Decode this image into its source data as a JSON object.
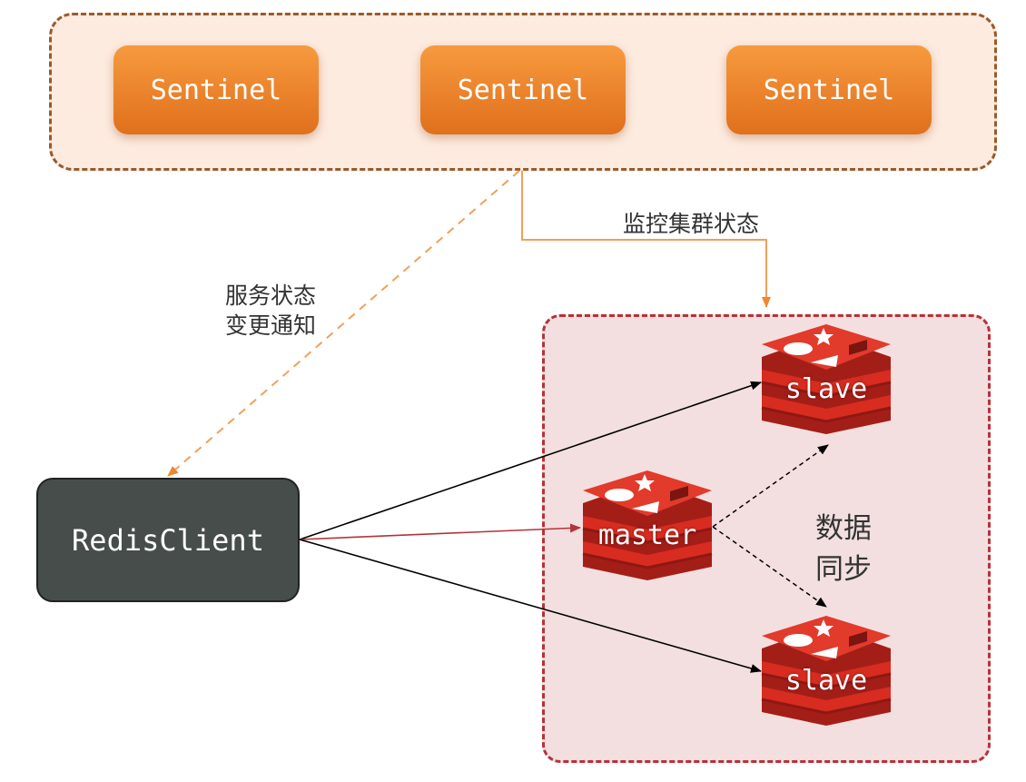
{
  "sentinels": [
    {
      "label": "Sentinel"
    },
    {
      "label": "Sentinel"
    },
    {
      "label": "Sentinel"
    }
  ],
  "client": {
    "label": "RedisClient"
  },
  "redis_nodes": {
    "master": {
      "label": "master"
    },
    "slave_top": {
      "label": "slave"
    },
    "slave_bottom": {
      "label": "slave"
    }
  },
  "edge_labels": {
    "notify_line1": "服务状态",
    "notify_line2": "变更通知",
    "monitor": "监控集群状态",
    "sync_line1": "数据",
    "sync_line2": "同步"
  },
  "colors": {
    "sentinel_fill": "#f0862c",
    "sentinel_group_fill": "#fdebdf",
    "sentinel_group_border": "#9a5a2a",
    "cluster_fill": "#f3dfdf",
    "cluster_border": "#b5323a",
    "client_fill": "#464d4b",
    "redis_red": "#d82c20",
    "notify_arrow": "#f0a05a",
    "monitor_arrow": "#f0a05a",
    "master_arrow": "#b5323a",
    "slave_arrow": "#000000"
  }
}
